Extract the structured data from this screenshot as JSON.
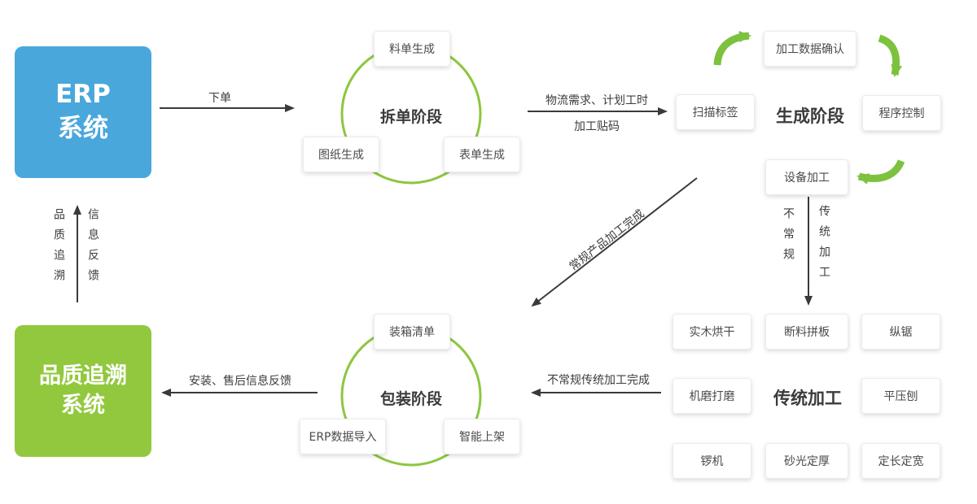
{
  "palette": {
    "erp_blue": "#4AA7DB",
    "quality_green": "#92C83E",
    "arc_green": "#8DC63F",
    "arrow_green": "#7CC23F",
    "arrow_dark": "#3A3A3A"
  },
  "erp_system": {
    "line1": "ERP",
    "line2": "系统"
  },
  "quality_system": {
    "line1": "品质追溯",
    "line2": "系统"
  },
  "feedback_channel": {
    "left_vertical": "品质追溯",
    "right_vertical": "信息反馈"
  },
  "order_arrow": {
    "label": "下单"
  },
  "split_phase": {
    "title": "拆单阶段",
    "top_box": "料单生成",
    "bottom_left_box": "图纸生成",
    "bottom_right_box": "表单生成"
  },
  "logistics_arrow": {
    "line1": "物流需求、计划工时",
    "line2": "加工贴码"
  },
  "generation_phase": {
    "scan_box": "扫描标签",
    "title": "生成阶段",
    "confirm_box": "加工数据确认",
    "program_box": "程序控制",
    "device_box": "设备加工"
  },
  "device_split": {
    "left_vertical": "不常规",
    "right_vertical": "传统加工"
  },
  "regular_arrow": {
    "label": "常规产品加工完成"
  },
  "traditional_phase": {
    "title": "传统加工",
    "boxes": [
      "实木烘干",
      "断料拼板",
      "纵锯",
      "机磨打磨",
      "平压刨",
      "锣机",
      "砂光定厚",
      "定长定宽"
    ]
  },
  "irregular_arrow": {
    "label": "不常规传统加工完成"
  },
  "packing_phase": {
    "title": "包装阶段",
    "top_box": "装箱清单",
    "bottom_left_box": "ERP数据导入",
    "bottom_right_box": "智能上架"
  },
  "install_arrow": {
    "label": "安装、售后信息反馈"
  }
}
